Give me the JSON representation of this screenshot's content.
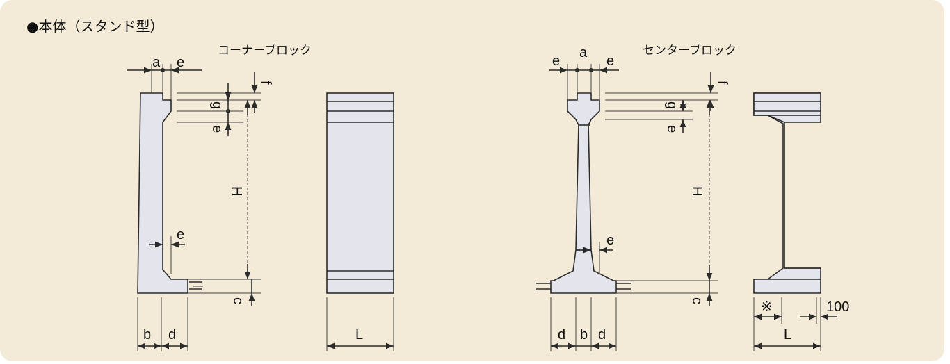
{
  "section": {
    "bullet": "●",
    "title": "本体（スタンド型）"
  },
  "corner_block": {
    "title": "コーナーブロック",
    "labels": {
      "a": "a",
      "e_top": "e",
      "f": "f",
      "g": "g",
      "e_mid": "e",
      "H": "H",
      "e_low": "e",
      "c": "c",
      "b": "b",
      "d": "d",
      "L": "L"
    }
  },
  "center_block": {
    "title": "センターブロック",
    "labels": {
      "e_left": "e",
      "a": "a",
      "e_right": "e",
      "f": "f",
      "g": "g",
      "e_mid": "e",
      "H": "H",
      "e_low": "e",
      "c": "c",
      "d_left": "d",
      "b": "b",
      "d_right": "d",
      "note_mark": "※",
      "L": "L",
      "width_100": "100"
    }
  },
  "colors": {
    "background": "#f3ead7",
    "part_fill": "#e4e5ec",
    "line": "#2b2b2b"
  }
}
